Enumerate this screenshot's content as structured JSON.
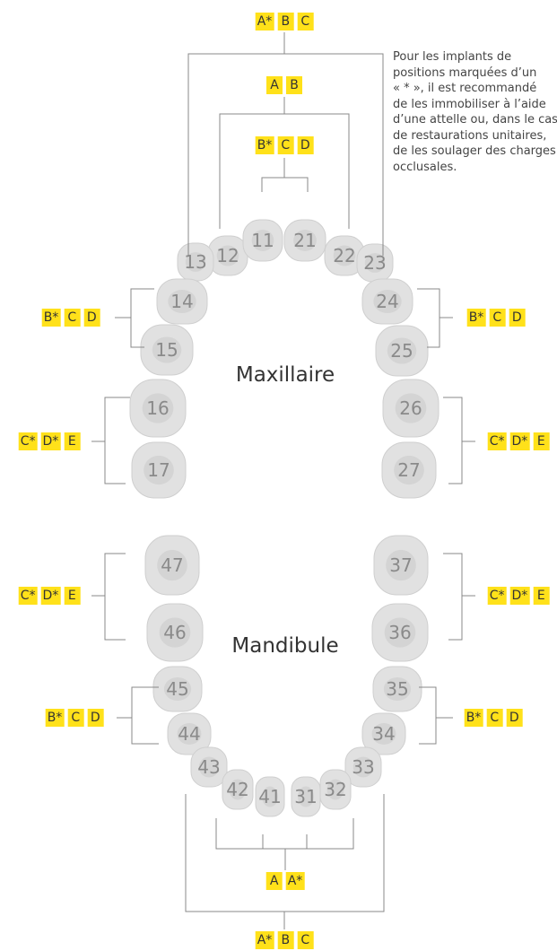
{
  "note": {
    "lines": [
      "Pour les implants de",
      "positions marquées d’un",
      "« * », il est recommandé",
      "de les immobiliser à l’aide",
      "d’une attelle ou, dans le cas",
      "de restaurations unitaires,",
      "de les soulager des charges",
      "occlusales."
    ]
  },
  "arches": {
    "upper_label": "Maxillaire",
    "lower_label": "Mandibule"
  },
  "colors": {
    "badge": "#ffe11a",
    "line": "#888888",
    "tooth": "#e1e1e1",
    "tooth_number": "#8a8a8a"
  },
  "teeth": {
    "upper": [
      "12",
      "11",
      "21",
      "22",
      "13",
      "23",
      "14",
      "24",
      "15",
      "25",
      "16",
      "26",
      "17",
      "27"
    ],
    "lower": [
      "47",
      "37",
      "46",
      "36",
      "45",
      "35",
      "44",
      "34",
      "43",
      "33",
      "42",
      "41",
      "31",
      "32"
    ]
  },
  "groups": [
    {
      "id": "upper-all-front",
      "badges": [
        "A*",
        "B",
        "C"
      ]
    },
    {
      "id": "upper-laterals",
      "badges": [
        "A",
        "B"
      ]
    },
    {
      "id": "upper-centrals",
      "badges": [
        "B*",
        "C",
        "D"
      ]
    },
    {
      "id": "upper-left-premolars",
      "badges": [
        "B*",
        "C",
        "D"
      ]
    },
    {
      "id": "upper-right-premolars",
      "badges": [
        "B*",
        "C",
        "D"
      ]
    },
    {
      "id": "upper-left-molars",
      "badges": [
        "C*",
        "D*",
        "E"
      ]
    },
    {
      "id": "upper-right-molars",
      "badges": [
        "C*",
        "D*",
        "E"
      ]
    },
    {
      "id": "lower-left-molars",
      "badges": [
        "C*",
        "D*",
        "E"
      ]
    },
    {
      "id": "lower-right-molars",
      "badges": [
        "C*",
        "D*",
        "E"
      ]
    },
    {
      "id": "lower-left-premolars",
      "badges": [
        "B*",
        "C",
        "D"
      ]
    },
    {
      "id": "lower-right-premolars",
      "badges": [
        "B*",
        "C",
        "D"
      ]
    },
    {
      "id": "lower-incisors",
      "badges": [
        "A",
        "A*"
      ]
    },
    {
      "id": "lower-all-front",
      "badges": [
        "A*",
        "B",
        "C"
      ]
    }
  ]
}
